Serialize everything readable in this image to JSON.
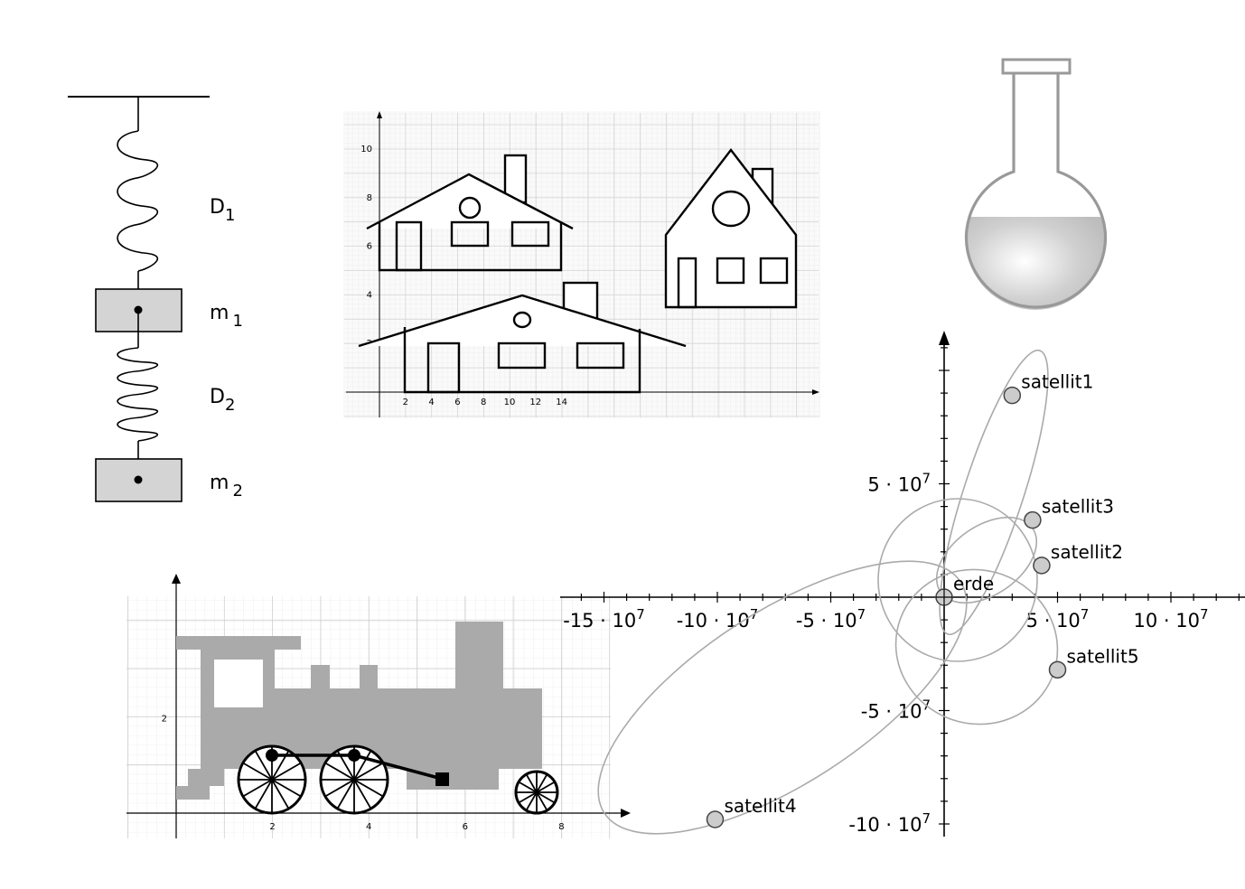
{
  "spring": {
    "labels": [
      {
        "main": "D",
        "sub": "1"
      },
      {
        "main": "m",
        "sub": "1"
      },
      {
        "main": "D",
        "sub": "2"
      },
      {
        "main": "m",
        "sub": "2"
      }
    ]
  },
  "houses": {
    "x_ticks": [
      "2",
      "4",
      "6",
      "8",
      "10",
      "12",
      "14"
    ],
    "y_ticks": [
      "2",
      "4",
      "6",
      "8",
      "10"
    ]
  },
  "locomotive": {
    "x_ticks": [
      "2",
      "4",
      "6",
      "8"
    ],
    "y_ticks": [
      "2"
    ]
  },
  "orbits": {
    "x_ticks": [
      {
        "value": -15,
        "text": "-15 · 10",
        "exp": "7"
      },
      {
        "value": -10,
        "text": "-10 · 10",
        "exp": "7"
      },
      {
        "value": -5,
        "text": "-5 · 10",
        "exp": "7"
      },
      {
        "value": 5,
        "text": "5 · 10",
        "exp": "7"
      },
      {
        "value": 10,
        "text": "10 · 10",
        "exp": "7"
      }
    ],
    "y_ticks": [
      {
        "value": 5,
        "text": "5 · 10",
        "exp": "7"
      },
      {
        "value": -5,
        "text": "-5 · 10",
        "exp": "7"
      },
      {
        "value": -10,
        "text": "-10 · 10",
        "exp": "7"
      }
    ],
    "center_label": "erde",
    "bodies": [
      {
        "name": "satellit1",
        "x": 3.0,
        "y": 8.9
      },
      {
        "name": "satellit3",
        "x": 3.9,
        "y": 3.4
      },
      {
        "name": "satellit2",
        "x": 4.3,
        "y": 1.4
      },
      {
        "name": "satellit5",
        "x": 5.0,
        "y": -3.2
      },
      {
        "name": "satellit4",
        "x": -10.1,
        "y": -9.8
      }
    ]
  },
  "colors": {
    "gray_fill": "#aaaaaa",
    "light_fill": "#d4d4d4",
    "orbit": "#aaaaaa",
    "grid": "#dddddd"
  }
}
